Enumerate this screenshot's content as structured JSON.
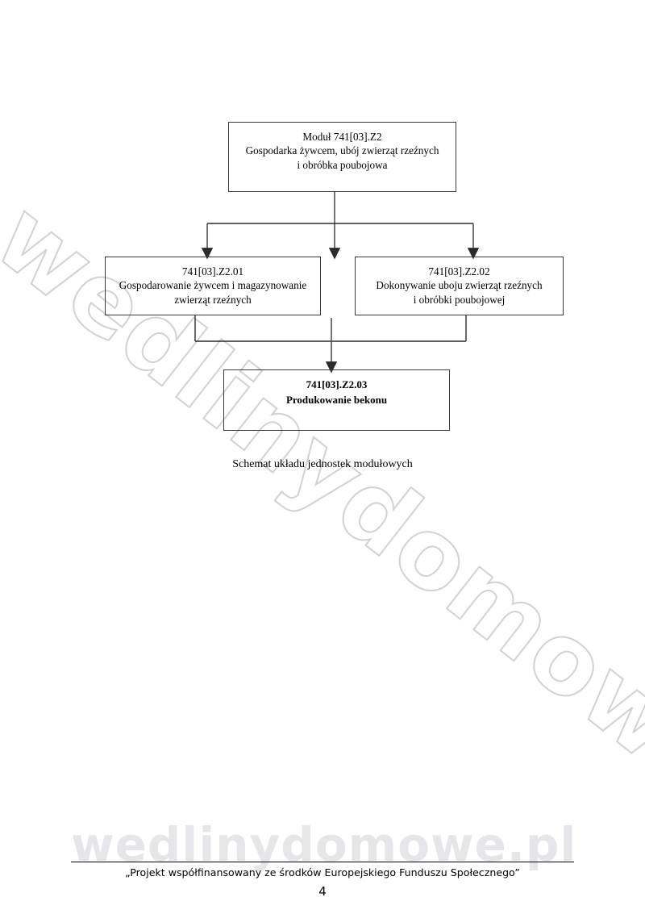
{
  "document": {
    "page_number": "4",
    "footer_note": "„Projekt współfinansowany ze środków Europejskiego Funduszu Społecznego”"
  },
  "watermarks": {
    "diagonal_text": "wedlinydomowe.pl",
    "bottom_text": "wedlinydomowe.pl",
    "color_diagonal": "#c9c9cf",
    "color_bottom": "#e6e6ea"
  },
  "diagram": {
    "caption": "Schemat układu jednostek modułowych",
    "line_color": "#3a3a3a",
    "nodes": {
      "module": {
        "code": "Moduł 741[03].Z2",
        "title": "Moduł 741[03].Z2\nGospodarka żywcem, ubój zwierząt rzeźnych\ni obróbka poubojowa"
      },
      "z201": {
        "code": "741[03].Z2.01",
        "title": "741[03].Z2.01\nGospodarowanie żywcem i magazynowanie\nzwierząt rzeźnych"
      },
      "z202": {
        "code": "741[03].Z2.02",
        "title": "741[03].Z2.02\nDokonywanie uboju zwierząt rzeźnych\ni obróbki poubojowej"
      },
      "z203": {
        "code": "741[03].Z2.03",
        "title": "741[03].Z2.03\nProdukowanie bekonu"
      }
    }
  }
}
